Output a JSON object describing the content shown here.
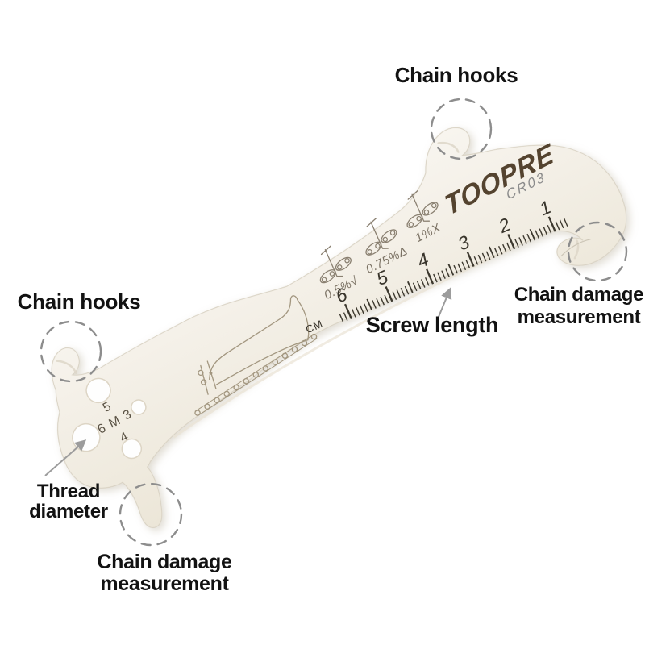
{
  "scene": {
    "background": "#ffffff"
  },
  "labels": {
    "chain_hooks_top": "Chain hooks",
    "chain_hooks_left": "Chain hooks",
    "screw_length": "Screw length",
    "thread_diameter": "Thread diameter",
    "chain_damage_right": {
      "line1": "Chain damage",
      "line2": "measurement"
    },
    "chain_damage_bottom": {
      "line1": "Chain damage",
      "line2": "measurement"
    }
  },
  "tool": {
    "brand": "TOOPRE",
    "model": "CR03",
    "ruler": {
      "unit": "CM",
      "cm_numbers": [
        "6",
        "5",
        "4",
        "3",
        "2",
        "1"
      ]
    },
    "wear_markers": [
      {
        "label": "0.5%√"
      },
      {
        "label": "0.75%Δ"
      },
      {
        "label": "1%X"
      }
    ],
    "thread_gauge_labels": [
      "5",
      "6",
      "M",
      "3",
      "4"
    ]
  },
  "colors": {
    "brand_text": "#54432f",
    "model_text": "#8c8c8c",
    "tool_body": "#f4f0e7",
    "engraving": "#8a7f6b",
    "ruler_marks": "#3c382e",
    "callout_circle": "#8d8d8d",
    "annotation_text": "#121212",
    "arrow": "#9c9c9c"
  }
}
